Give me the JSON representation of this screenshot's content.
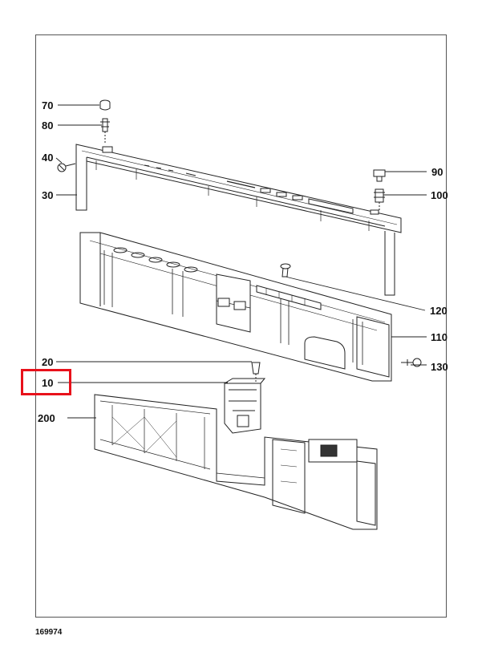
{
  "diagram": {
    "drawing_number": "169974",
    "highlight_color": "#e8111b",
    "callouts": [
      {
        "id": "70",
        "label": "70"
      },
      {
        "id": "80",
        "label": "80"
      },
      {
        "id": "40",
        "label": "40"
      },
      {
        "id": "30",
        "label": "30"
      },
      {
        "id": "90",
        "label": "90"
      },
      {
        "id": "100",
        "label": "100"
      },
      {
        "id": "120",
        "label": "120"
      },
      {
        "id": "110",
        "label": "110"
      },
      {
        "id": "20",
        "label": "20"
      },
      {
        "id": "130",
        "label": "130"
      },
      {
        "id": "10",
        "label": "10",
        "highlighted": true
      },
      {
        "id": "200",
        "label": "200"
      }
    ]
  }
}
